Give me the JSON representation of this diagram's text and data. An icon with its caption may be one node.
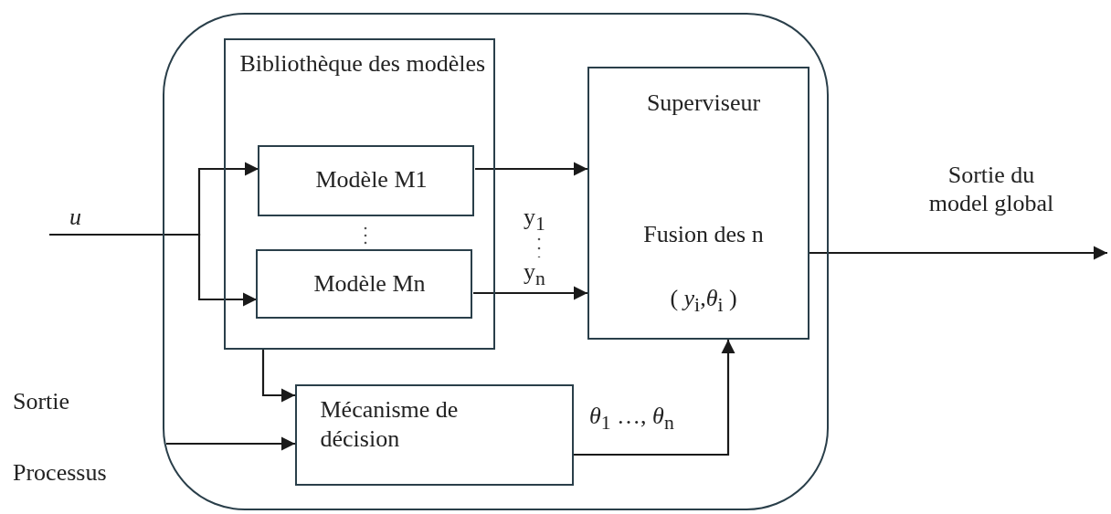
{
  "diagram": {
    "nodes": [
      {
        "text": [],
        "shape": "box"
      },
      {
        "text": [
          "Bibliothèque des modèles"
        ],
        "in": 0
      },
      {
        "text": [
          "Modèle M1"
        ],
        "in": 1
      },
      {
        "text": [
          "Modèle Mn"
        ],
        "in": 1
      },
      {
        "text": [
          "Superviseur",
          "Fusion des n",
          "( *y*$_{i}$,*θ*$_{i}$ )"
        ],
        "in": 0
      },
      {
        "text": [
          "Mécanisme de décision"
        ],
        "in": 0
      },
      {
        "text": [
          "u"
        ]
      },
      {
        "text": [
          "Sortie",
          "Processus"
        ]
      }
    ],
    "edges": [
      {
        "from": 6,
        "to": 2,
        "arrow": "to"
      },
      {
        "from": 6,
        "to": 3,
        "arrow": "to"
      },
      {
        "from": 2,
        "to": 4,
        "arrow": "to",
        "label": "y$_{1}$"
      },
      {
        "from": 3,
        "to": 4,
        "arrow": "to",
        "label": "y$_{n}$"
      },
      {
        "from": 1,
        "to": 5,
        "arrow": "to"
      },
      {
        "from": 7,
        "to": 5,
        "arrow": "to"
      },
      {
        "from": 5,
        "to": 4,
        "arrow": "to",
        "label": "*θ*$_{1}$ …, *θ*$_{n}$"
      },
      {
        "from": 4,
        "to": null,
        "arrow": "to",
        "label": "Sortie du model global"
      }
    ]
  }
}
